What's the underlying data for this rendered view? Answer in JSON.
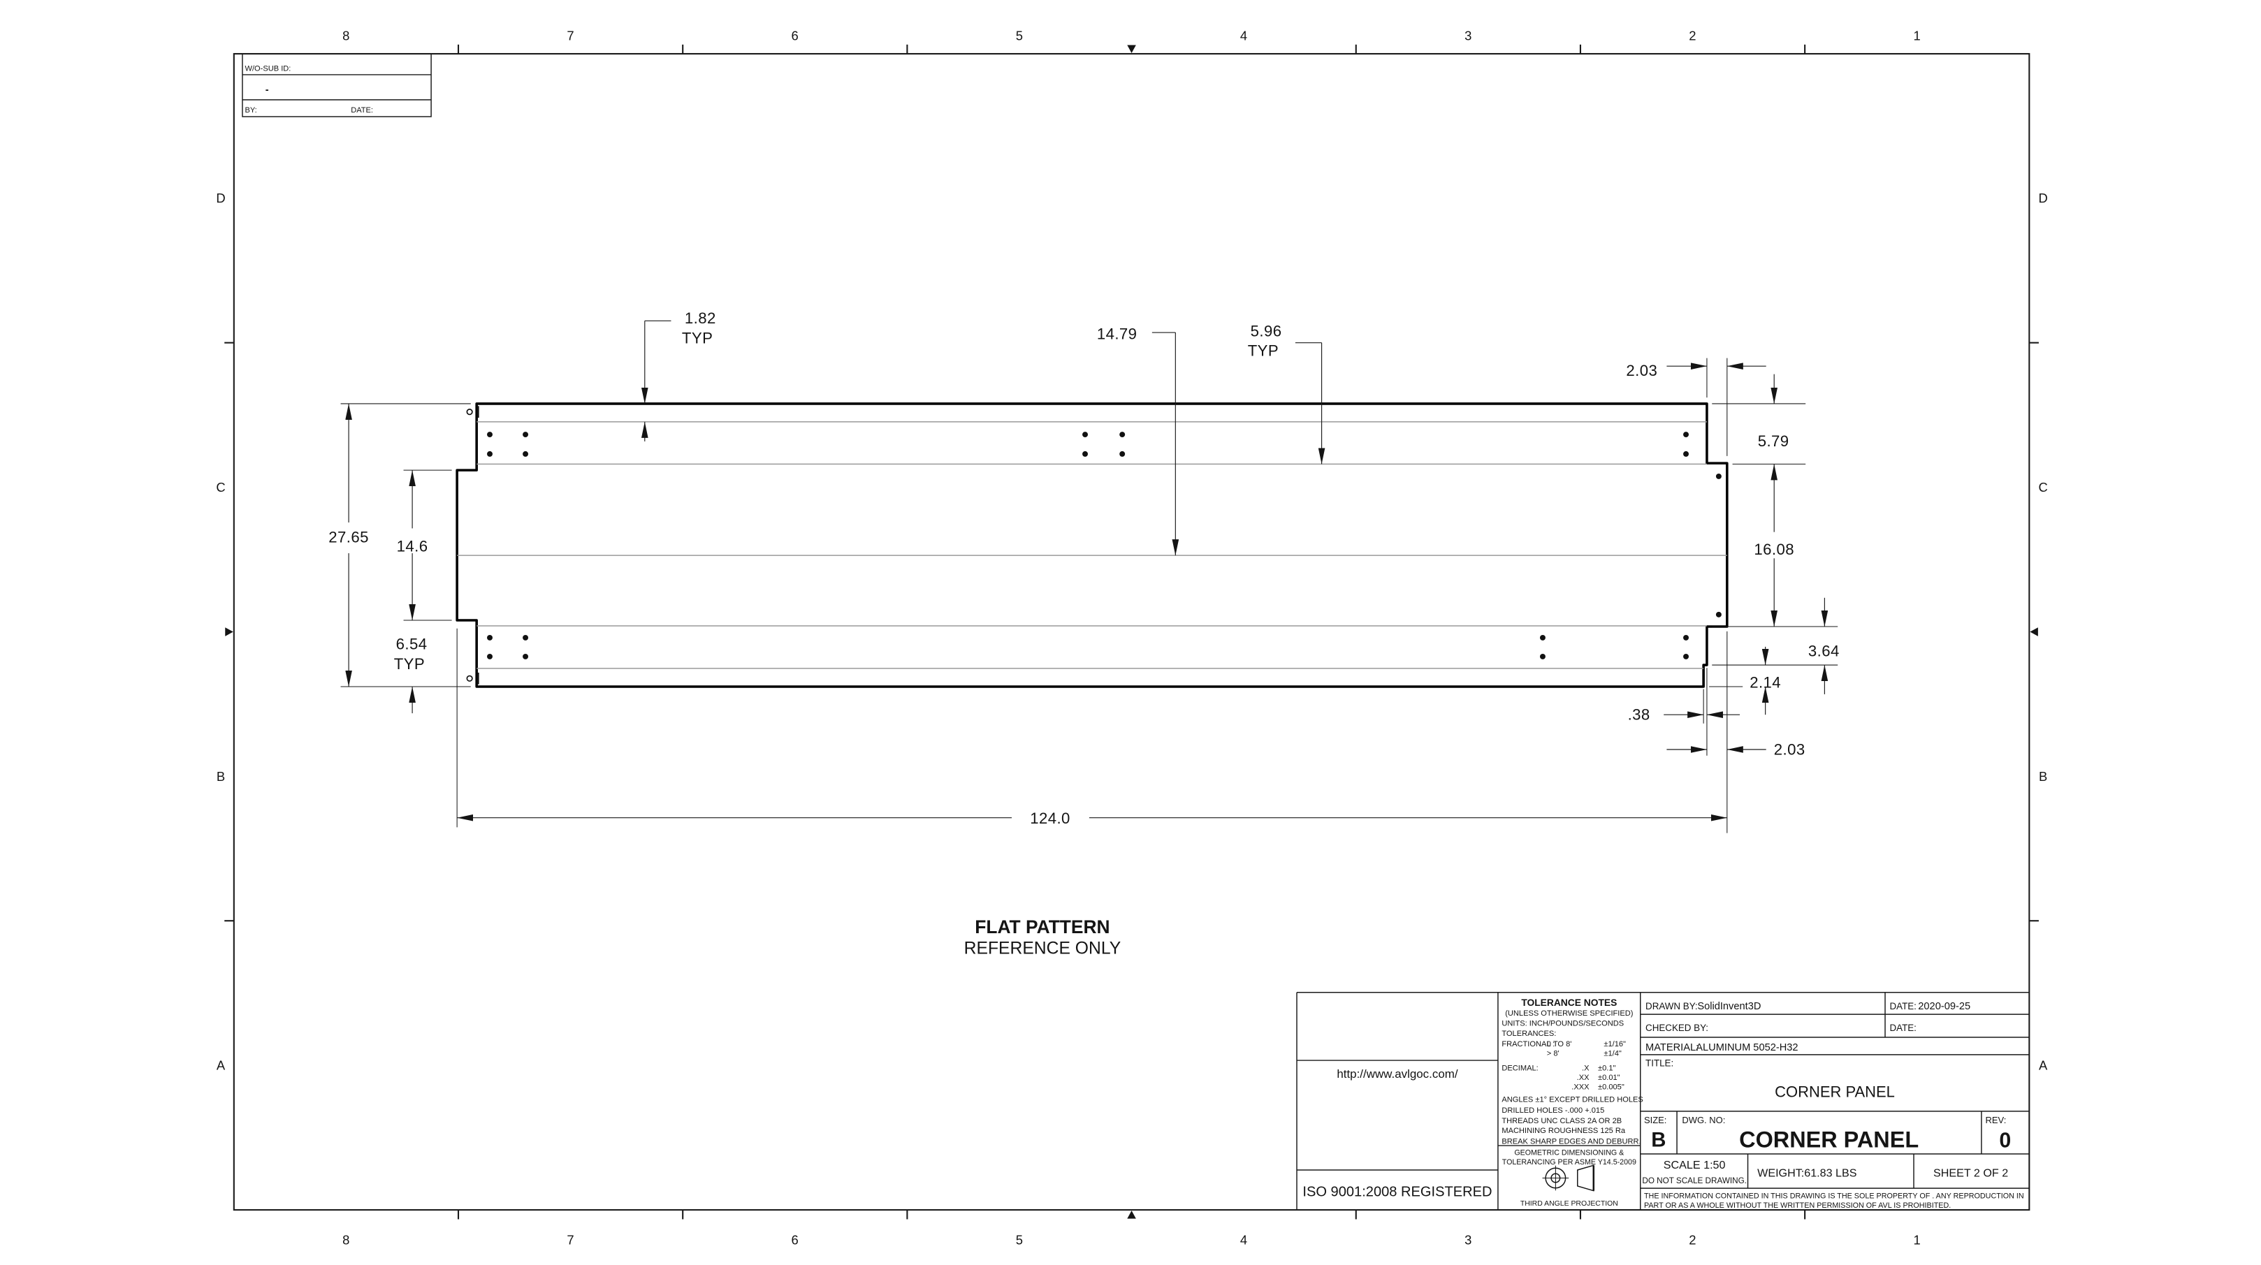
{
  "sheet": {
    "zone_columns": [
      "8",
      "7",
      "6",
      "5",
      "4",
      "3",
      "2",
      "1"
    ],
    "zone_rows": [
      "D",
      "C",
      "B",
      "A"
    ]
  },
  "wo_block": {
    "id_label": "W/O-SUB ID:",
    "id_value": "-",
    "by_label": "BY:",
    "date_label": "DATE:"
  },
  "view": {
    "title": "FLAT PATTERN",
    "subtitle": "REFERENCE ONLY"
  },
  "dimensions": {
    "d182": {
      "value": "1.82",
      "suffix": "TYP"
    },
    "d1479": {
      "value": "14.79"
    },
    "d596": {
      "value": "5.96",
      "suffix": "TYP"
    },
    "d203t": {
      "value": "2.03"
    },
    "d579": {
      "value": "5.79"
    },
    "d2765": {
      "value": "27.65"
    },
    "d146": {
      "value": "14.6"
    },
    "d654": {
      "value": "6.54",
      "suffix": "TYP"
    },
    "d1608": {
      "value": "16.08"
    },
    "d364": {
      "value": "3.64"
    },
    "d214": {
      "value": "2.14"
    },
    "d038": {
      "value": ".38"
    },
    "d203b": {
      "value": "2.03"
    },
    "d1240": {
      "value": "124.0"
    }
  },
  "title_block": {
    "website": "http://www.avlgoc.com/",
    "iso": "ISO 9001:2008 REGISTERED",
    "tolerance_notes": {
      "header": "TOLERANCE NOTES",
      "subheader": "(UNLESS OTHERWISE SPECIFIED)",
      "lines": [
        "UNITS: INCH/POUNDS/SECONDS",
        "TOLERANCES:"
      ],
      "fractional": {
        "label": "FRACTIONAL :",
        "rows": [
          [
            "0 TO 8'",
            "±1/16\""
          ],
          [
            "> 8'",
            "±1/4\""
          ]
        ]
      },
      "decimal": {
        "label": "DECIMAL:",
        "rows": [
          [
            ".X",
            "±0.1\""
          ],
          [
            ".XX",
            "±0.01\""
          ],
          [
            ".XXX",
            "±0.005\""
          ]
        ]
      },
      "notes": [
        "ANGLES ±1° EXCEPT DRILLED HOLES",
        "DRILLED HOLES -.000 +.015",
        "THREADS UNC CLASS 2A OR 2B",
        "MACHINING ROUGHNESS 125 Ra",
        "BREAK SHARP EDGES AND DEBURR."
      ],
      "geometric": [
        "GEOMETRIC DIMENSIONING &",
        "TOLERANCING PER ASME Y14.5-2009"
      ],
      "projection": "THIRD ANGLE PROJECTION"
    },
    "drawn_by_label": "DRAWN BY:",
    "drawn_by": "SolidInvent3D",
    "drawn_date_label": "DATE:",
    "drawn_date": "2020-09-25",
    "checked_by_label": "CHECKED BY:",
    "checked_date_label": "DATE:",
    "material_label": "MATERIAL:",
    "material": "ALUMINUM 5052-H32",
    "title_label": "TITLE:",
    "title": "CORNER PANEL",
    "size_label": "SIZE:",
    "size": "B",
    "dwg_no_label": "DWG. NO:",
    "dwg_no": "CORNER PANEL",
    "rev_label": "REV:",
    "rev": "0",
    "scale": "SCALE 1:50",
    "do_not_scale": "DO NOT SCALE DRAWING.",
    "weight": "WEIGHT:61.83 LBS",
    "sheet_of": "SHEET 2 OF 2",
    "disclaimer_line1": "THE INFORMATION CONTAINED IN THIS DRAWING IS THE SOLE PROPERTY OF . ANY REPRODUCTION IN",
    "disclaimer_line2": "PART OR AS A WHOLE WITHOUT THE WRITTEN PERMISSION OF AVL IS PROHIBITED."
  },
  "colors": {
    "link_blue": "#6d9ee0",
    "bend_line_gray": "#9a9a9a",
    "ink": "#141414"
  }
}
